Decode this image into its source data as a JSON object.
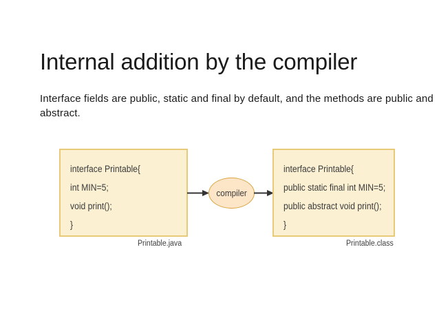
{
  "slide": {
    "title": "Internal addition by the compiler",
    "body": "Interface fields are public, static and final by default, and the methods are public and abstract."
  },
  "diagram": {
    "source_box": {
      "lines": [
        "interface Printable{",
        "int MIN=5;",
        "void print();",
        "}"
      ],
      "file_label": "Printable.java"
    },
    "compiler_node": {
      "label": "compiler"
    },
    "output_box": {
      "lines": [
        "interface Printable{",
        "public static final int MIN=5;",
        "public abstract void print();",
        "}"
      ],
      "file_label": "Printable.class"
    },
    "colors": {
      "box_fill": "#fbf0d2",
      "box_border": "#e8c978",
      "ellipse_fill": "#fde6c8",
      "ellipse_border": "#d9a441",
      "arrow": "#333333",
      "text": "#3a3a3a",
      "background": "#ffffff"
    }
  }
}
